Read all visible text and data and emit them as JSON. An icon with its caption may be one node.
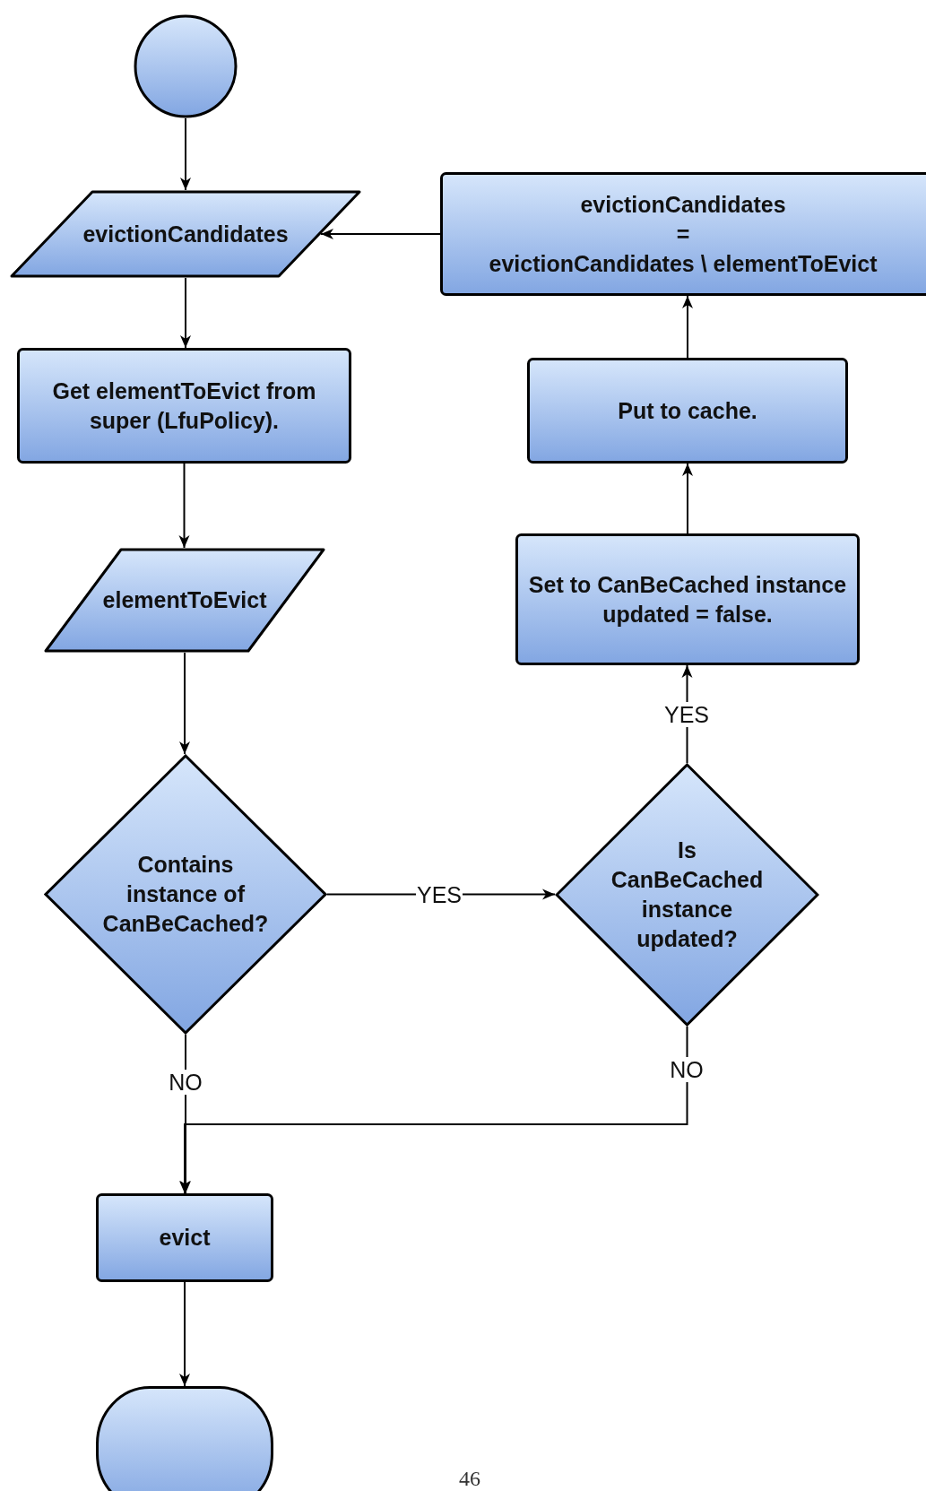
{
  "diagram": {
    "nodes": [
      {
        "text": [],
        "shape": "circle"
      },
      {
        "text": [
          "evictionCandidates"
        ]
      },
      {
        "text": [
          "Get elementToEvict from super (LfuPolicy)."
        ]
      },
      {
        "text": [
          "elementToEvict"
        ]
      },
      {
        "text": [
          "Contains instance of CanBeCached?"
        ]
      },
      {
        "text": [
          "Is CanBeCached instance updated?"
        ]
      },
      {
        "text": [
          "Set to CanBeCached instance updated = false."
        ]
      },
      {
        "text": [
          "Put to cache."
        ]
      },
      {
        "text": [
          "evictionCandidates",
          "=",
          "evictionCandidates \\ elementToEvict"
        ]
      },
      {
        "text": [
          "evict"
        ]
      },
      {
        "text": [],
        "shape": "oval"
      }
    ],
    "edges": [
      {
        "from": 0,
        "to": 1,
        "arrow": "to"
      },
      {
        "from": 1,
        "to": 2,
        "arrow": "to"
      },
      {
        "from": 2,
        "to": 3,
        "arrow": "to"
      },
      {
        "from": 3,
        "to": 4,
        "arrow": "to"
      },
      {
        "from": 4,
        "to": 5,
        "arrow": "to",
        "label": "YES"
      },
      {
        "from": 5,
        "to": 6,
        "arrow": "to",
        "label": "YES"
      },
      {
        "from": 6,
        "to": 7,
        "arrow": "to"
      },
      {
        "from": 7,
        "to": 8,
        "arrow": "to"
      },
      {
        "from": 8,
        "to": 1,
        "arrow": "to"
      },
      {
        "from": 4,
        "to": 9,
        "arrow": "to",
        "label": "NO"
      },
      {
        "from": 5,
        "to": 9,
        "arrow": "to",
        "label": "NO"
      },
      {
        "from": 9,
        "to": 10,
        "arrow": "to"
      }
    ],
    "labels": [
      "46"
    ]
  }
}
